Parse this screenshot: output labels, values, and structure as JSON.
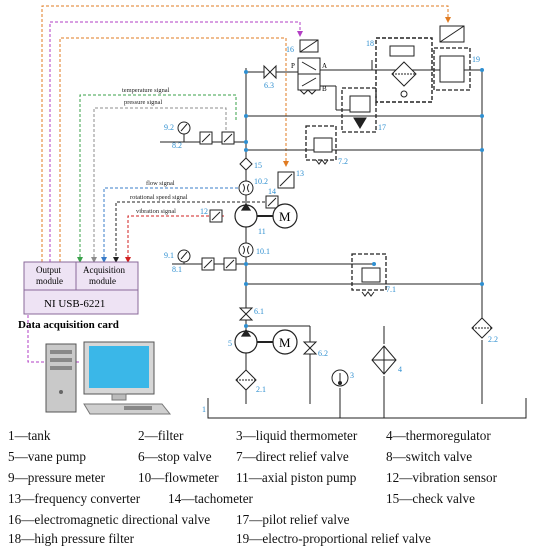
{
  "colors": {
    "line": "#222222",
    "number_label": "#2f8fd0",
    "node": "#2f8fd0",
    "pump_signal": "#3a7cc8",
    "orange_signal": "#e07b22",
    "magenta_signal": "#b23fc4",
    "temperature_signal": "#3aa14a",
    "pressure_signal": "#8c8c8c",
    "vibration_signal": "#d02020",
    "daq_box_fill": "#eee3f4",
    "daq_box_stroke": "#8a6a9a"
  },
  "daq": {
    "output_module": [
      "Output",
      "module"
    ],
    "acquisition_module": [
      "Acquisition",
      "module"
    ],
    "device": "NI USB-6221",
    "caption": "Data acquisition card"
  },
  "signals": {
    "temperature": "temperature signal",
    "pressure": "pressure signal",
    "flow": "flow signal",
    "rotational_speed": "rotational speed signal",
    "vibration": "vibration signal"
  },
  "motor_symbol": "M",
  "valve_ports": {
    "p": "P",
    "a": "A",
    "b": "B"
  },
  "component_numbers": {
    "n16": "16",
    "n18": "18",
    "n19": "19",
    "n6_3": "6.3",
    "n17": "17",
    "n9_2": "9.2",
    "n8_2": "8.2",
    "n15": "15",
    "n13": "13",
    "n7_2": "7.2",
    "n10_2": "10.2",
    "n14": "14",
    "n12": "12",
    "n11": "11",
    "n10_1": "10.1",
    "n9_1": "9.1",
    "n8_1": "8.1",
    "n7_1": "7.1",
    "n6_1": "6.1",
    "n5": "5",
    "n6_2": "6.2",
    "n2_1": "2.1",
    "n3": "3",
    "n4": "4",
    "n2_2": "2.2",
    "n1": "1"
  },
  "legend": [
    [
      "1—tank",
      "2—filter",
      "3—liquid thermometer",
      "4—thermoregulator"
    ],
    [
      "5—vane pump",
      "6—stop valve",
      "7—direct relief valve",
      "8—switch valve"
    ],
    [
      "9—pressure meter",
      "10—flowmeter",
      "11—axial piston pump",
      "12—vibration sensor"
    ],
    [
      "13—frequency converter",
      "14—tachometer",
      "15—check valve"
    ],
    [
      "16—electromagnetic directional valve",
      "17—pilot relief valve"
    ],
    [
      "18—high pressure filter",
      "19—electro-proportional relief valve"
    ]
  ]
}
